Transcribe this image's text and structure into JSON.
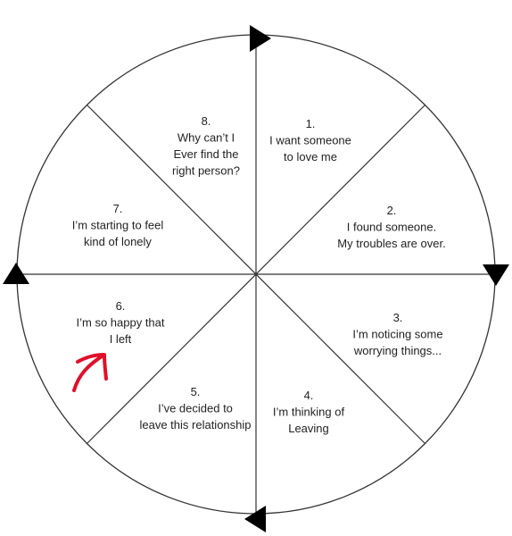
{
  "diagram": {
    "type": "cycle-wheel",
    "segments": [
      {
        "number": "1.",
        "lines": [
          "I want someone",
          "to love me"
        ]
      },
      {
        "number": "2.",
        "lines": [
          "I found someone.",
          "My troubles are over."
        ]
      },
      {
        "number": "3.",
        "lines": [
          "I’m noticing some",
          "worrying things..."
        ]
      },
      {
        "number": "4.",
        "lines": [
          "I’m thinking of",
          "Leaving"
        ]
      },
      {
        "number": "5.",
        "lines": [
          "I’ve decided to",
          "leave this relationship"
        ]
      },
      {
        "number": "6.",
        "lines": [
          "I’m so happy that",
          "I left"
        ]
      },
      {
        "number": "7.",
        "lines": [
          "I’m starting to feel",
          "kind of lonely"
        ]
      },
      {
        "number": "8.",
        "lines": [
          "Why can’t I",
          "Ever find the",
          "right person?"
        ]
      }
    ],
    "direction": "clockwise",
    "highlight_segment": 6,
    "colors": {
      "outline": "#333333",
      "arrowhead": "#000000",
      "text": "#222222",
      "annotation": "#e0102a"
    }
  }
}
